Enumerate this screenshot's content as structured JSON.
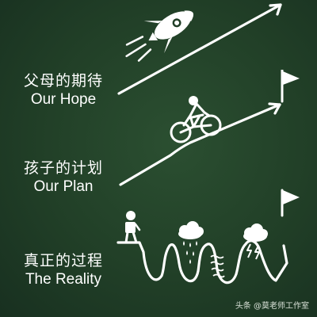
{
  "captions": {
    "hope": {
      "cn": "父母的期待",
      "en": "Our Hope"
    },
    "plan": {
      "cn": "孩子的计划",
      "en": "Our Plan"
    },
    "reality": {
      "cn": "真正的过程",
      "en": "The Reality"
    }
  },
  "watermark": "头条 @莫老师工作室",
  "colors": {
    "chalkboard": "#213f27",
    "chalk": "#ffffff"
  },
  "icons": [
    "rocket-icon",
    "cyclist-icon",
    "walking-person-icon",
    "flag-icon",
    "rain-cloud-icon",
    "storm-cloud-icon"
  ]
}
